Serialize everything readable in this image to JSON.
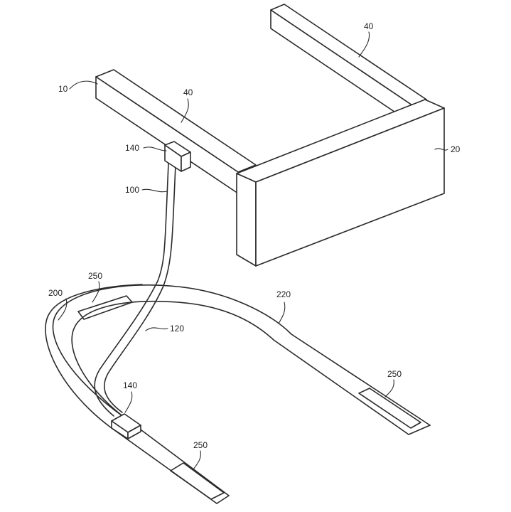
{
  "figure": {
    "labels": {
      "frame": "10",
      "display": "20",
      "temple_right": "40",
      "temple_left": "40",
      "connector_top": "140",
      "cable": "100",
      "band": "200",
      "band_side": "220",
      "cable_lower": "120",
      "connector_bottom": "140",
      "pad_left_upper": "250",
      "pad_right": "250",
      "pad_left_lower": "250"
    }
  }
}
